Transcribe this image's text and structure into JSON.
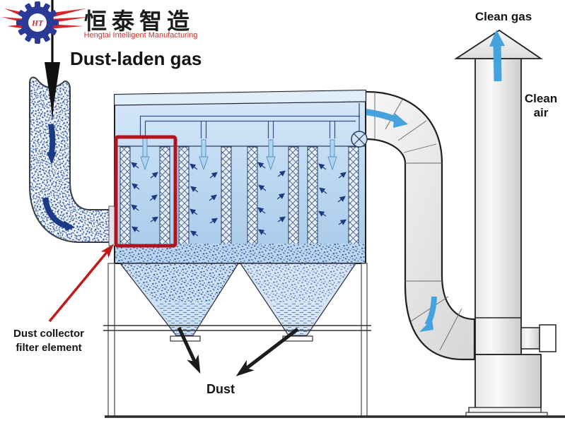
{
  "brand": {
    "monogram": "HT",
    "name_zh": "恒泰智造",
    "name_en": "Hengtai Intelligent Manufacturing"
  },
  "flow_labels": {
    "inlet": "Dust-laden gas",
    "clean_gas": "Clean gas",
    "clean_air": "Clean air",
    "dust_out": "Dust"
  },
  "callouts": {
    "filter_element": "Dust collector filter element"
  },
  "colors": {
    "highlight_red": "#b0141f",
    "callout_red": "#c01a1a",
    "flow_blue": "#45a2dc",
    "dust_navy": "#1c4695",
    "body_blue": "#b5d3ef",
    "duct_gray": "#e3e3e3",
    "brand_red": "#d6252b",
    "brand_blue": "#2b3a96",
    "text_black": "#161616"
  }
}
